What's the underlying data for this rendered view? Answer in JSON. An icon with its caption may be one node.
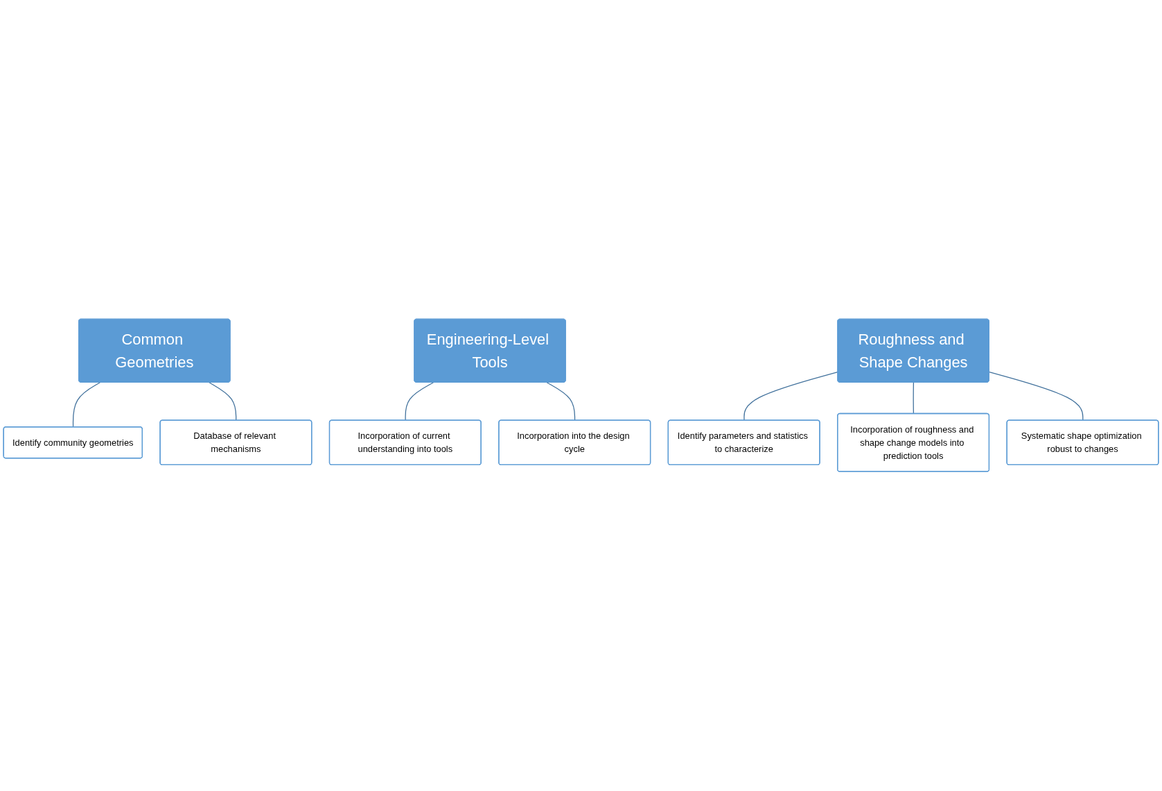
{
  "diagram": {
    "nodes": [
      {
        "text": [
          "Common Geometries"
        ]
      },
      {
        "text": [
          "Identify community geometries"
        ]
      },
      {
        "text": [
          "Database of relevant mechanisms"
        ]
      },
      {
        "text": [
          "Engineering-Level Tools"
        ]
      },
      {
        "text": [
          "Incorporation of current understanding into tools"
        ]
      },
      {
        "text": [
          "Incorporation into the design cycle"
        ]
      },
      {
        "text": [
          "Roughness and Shape Changes"
        ]
      },
      {
        "text": [
          "Identify parameters and statistics to characterize"
        ]
      },
      {
        "text": [
          "Incorporation of roughness and shape change models into prediction tools"
        ]
      },
      {
        "text": [
          "Systematic shape optimization robust to changes"
        ]
      }
    ],
    "edges": [
      {
        "from": 0,
        "to": 1,
        "arrow": "none"
      },
      {
        "from": 0,
        "to": 2,
        "arrow": "none"
      },
      {
        "from": 3,
        "to": 4,
        "arrow": "none"
      },
      {
        "from": 3,
        "to": 5,
        "arrow": "none"
      },
      {
        "from": 6,
        "to": 7,
        "arrow": "none"
      },
      {
        "from": 6,
        "to": 8,
        "arrow": "none"
      },
      {
        "from": 6,
        "to": 9,
        "arrow": "none"
      }
    ]
  }
}
